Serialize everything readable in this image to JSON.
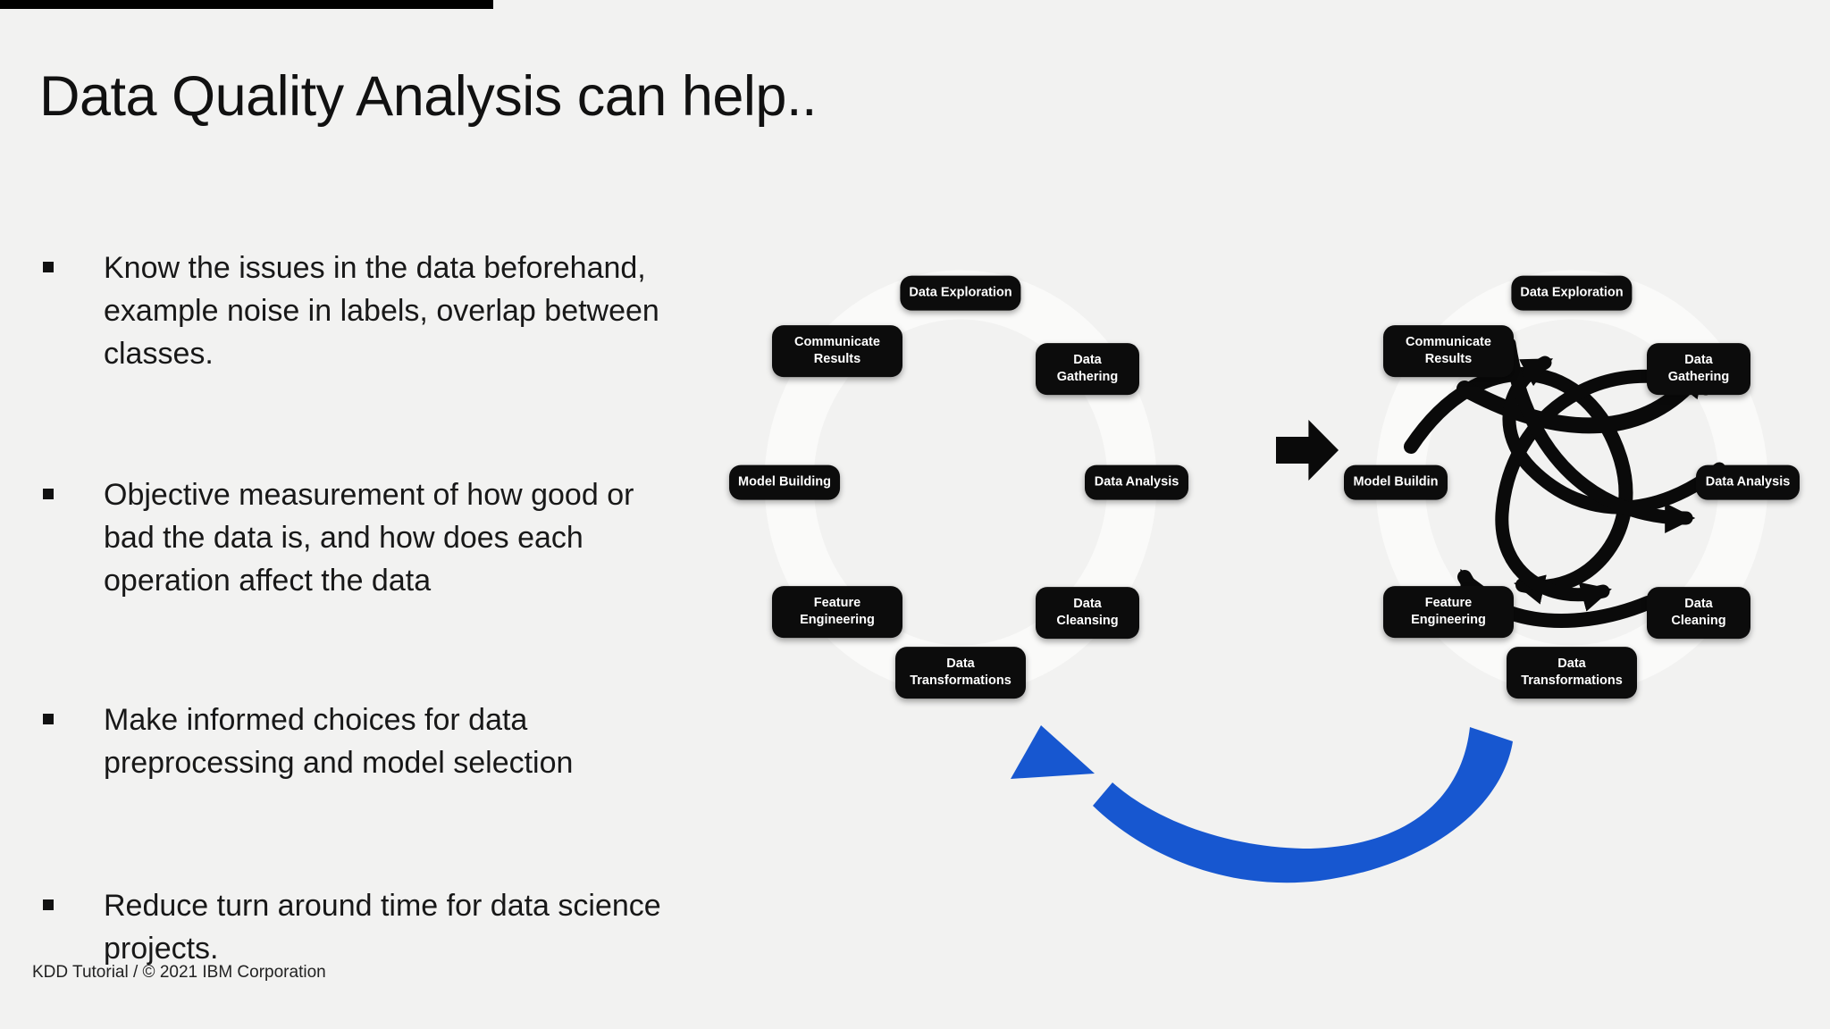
{
  "slide": {
    "title": "Data Quality Analysis can help..",
    "footer": "KDD Tutorial / © 2021 IBM Corporation"
  },
  "bullets": [
    {
      "text": "Know the issues in the data beforehand, example noise in labels, overlap between classes."
    },
    {
      "text": "Objective measurement of how good or bad the data is, and how does each operation affect the data"
    },
    {
      "text": "Make informed choices for data preprocessing and model selection"
    },
    {
      "text": "Reduce turn around time for data science projects."
    }
  ],
  "diagram_left": {
    "description": "data science lifecycle cycle diagram",
    "boxes": [
      {
        "label": "Data Exploration"
      },
      {
        "label": "Data Gathering"
      },
      {
        "label": "Data Analysis"
      },
      {
        "label": "Data Cleansing"
      },
      {
        "label": "Data Transformations"
      },
      {
        "label": "Feature Engineering"
      },
      {
        "label": "Model Building"
      },
      {
        "label": "Communicate Results"
      }
    ]
  },
  "diagram_right": {
    "description": "data science lifecycle with tangled iteration arrows",
    "boxes": [
      {
        "label": "Data Exploration"
      },
      {
        "label": "Data Gathering"
      },
      {
        "label": "Data Analysis"
      },
      {
        "label": "Data Cleaning"
      },
      {
        "label": "Data Transformations"
      },
      {
        "label": "Feature Engineering"
      },
      {
        "label": "Model Buildin"
      },
      {
        "label": "Communicate Results"
      }
    ]
  },
  "icons": {
    "block_arrow": "black-right-block-arrow",
    "feedback_arrow": "blue-curved-swoosh-arrow",
    "tangle": "tangled-iteration-arrows",
    "ring": "cycle-ring"
  },
  "colors": {
    "background": "#f2f2f1",
    "box_fill": "#0c0c0c",
    "box_text": "#ffffff",
    "text": "#1a1a1a",
    "accent_blue": "#1757d0"
  }
}
